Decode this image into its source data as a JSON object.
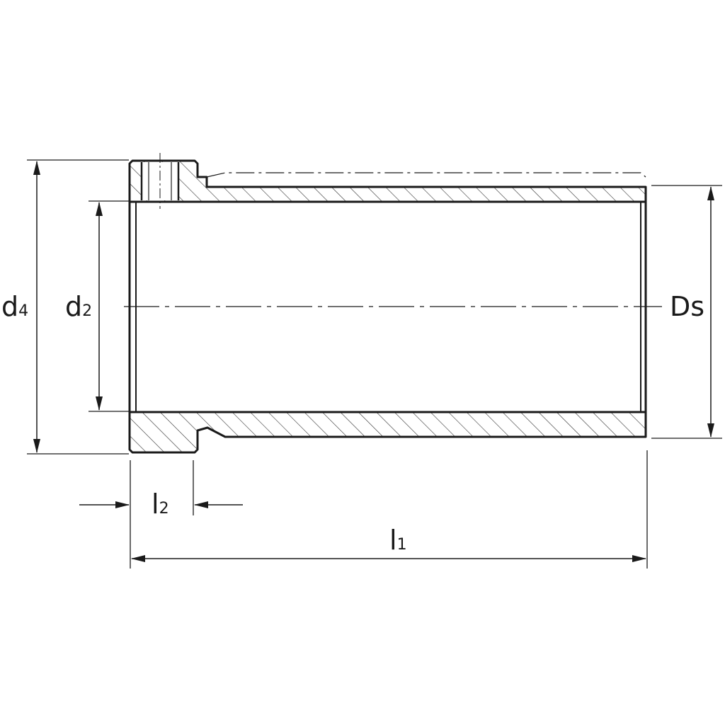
{
  "drawing": {
    "line_color": "#1a1a1a",
    "background": "#ffffff"
  },
  "labels": {
    "d4": {
      "main": "d",
      "sub": "4"
    },
    "d2": {
      "main": "d",
      "sub": "2"
    },
    "ds": {
      "main": "Ds"
    },
    "l2": {
      "main": "l",
      "sub": "2"
    },
    "l1": {
      "main": "l",
      "sub": "1"
    }
  }
}
